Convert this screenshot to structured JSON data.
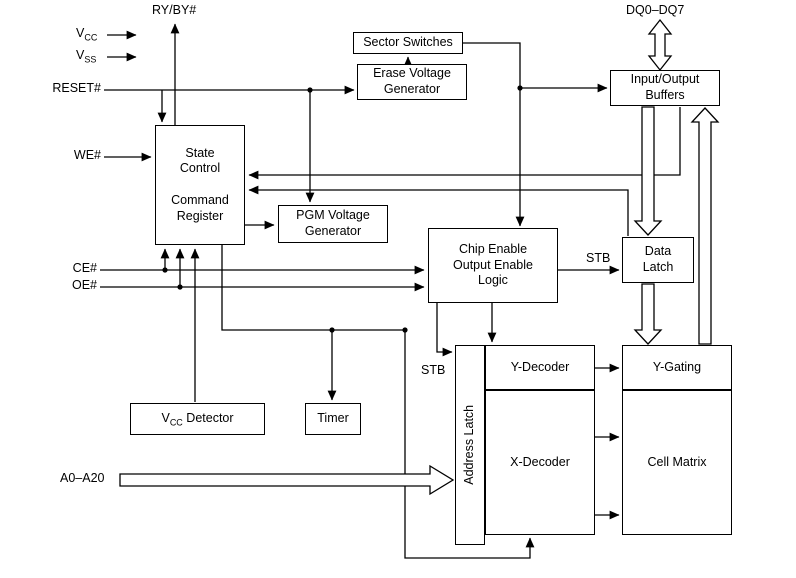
{
  "diagram": {
    "title_hint": "Flash memory functional block diagram",
    "colors": {
      "line": "#000000",
      "background": "#ffffff"
    },
    "blocks": {
      "state_control": {
        "line1": "State\nControl",
        "line2": "Command\nRegister"
      },
      "sector_switches": {
        "label": "Sector Switches"
      },
      "erase_vg": {
        "label": "Erase Voltage\nGenerator"
      },
      "pgm_vg": {
        "label": "PGM Voltage\nGenerator"
      },
      "chip_enable": {
        "label": "Chip Enable\nOutput Enable\nLogic"
      },
      "io_buffers": {
        "label": "Input/Output\nBuffers"
      },
      "data_latch": {
        "label": "Data\nLatch"
      },
      "vcc_detector": {
        "base": "V",
        "sub": "CC",
        "rest": " Detector"
      },
      "timer": {
        "label": "Timer"
      },
      "address_latch": {
        "label": "Address Latch"
      },
      "y_decoder": {
        "label": "Y-Decoder"
      },
      "x_decoder": {
        "label": "X-Decoder"
      },
      "y_gating": {
        "label": "Y-Gating"
      },
      "cell_matrix": {
        "label": "Cell Matrix"
      }
    },
    "signals": {
      "ry_by": "RY/BY#",
      "vcc": {
        "base": "V",
        "sub": "CC"
      },
      "vss": {
        "base": "V",
        "sub": "SS"
      },
      "reset": "RESET#",
      "we": "WE#",
      "ce": "CE#",
      "oe": "OE#",
      "addr": "A0–A20",
      "dq": "DQ0–DQ7",
      "stb_data": "STB",
      "stb_addr": "STB"
    }
  }
}
